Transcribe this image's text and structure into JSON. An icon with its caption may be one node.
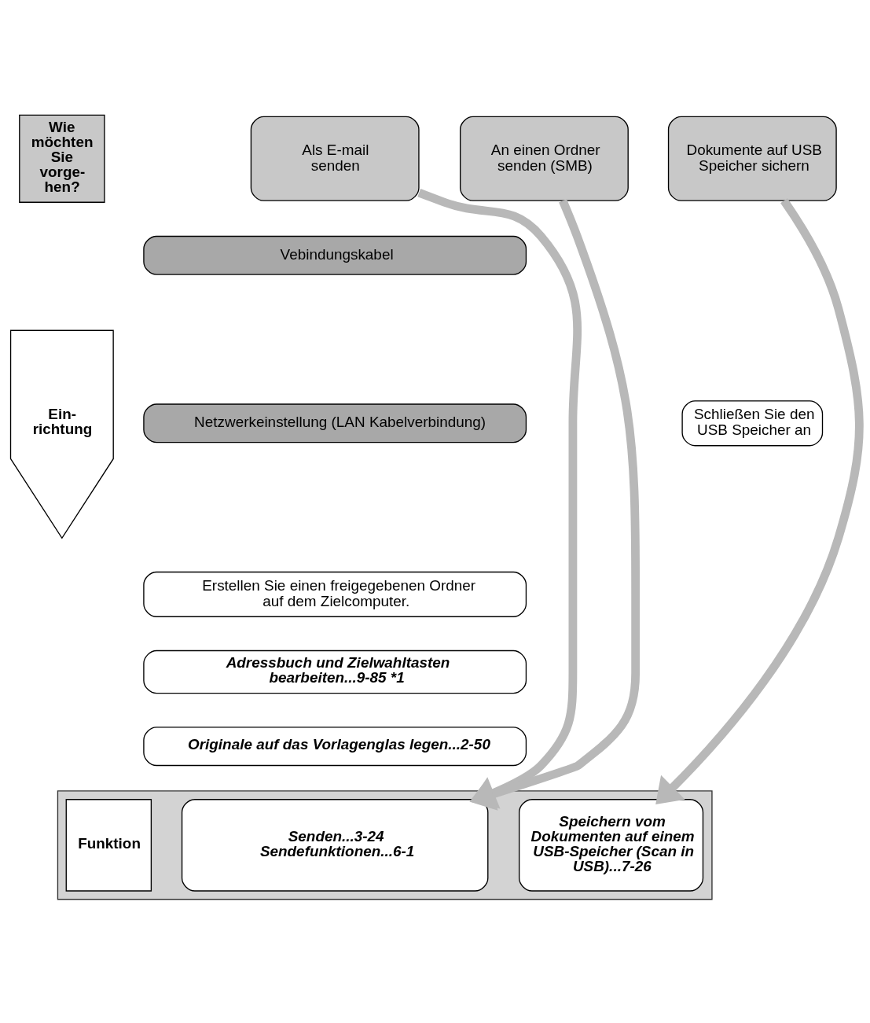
{
  "diagram": {
    "nodes": [
      {
        "text": [
          "Wie möchten Sie vorge- hen?"
        ]
      },
      {
        "text": [
          "Als E-mail senden"
        ]
      },
      {
        "text": [
          "An einen Ordner senden (SMB)"
        ]
      },
      {
        "text": [
          "Dokumente auf USB Speicher sichern"
        ]
      },
      {
        "text": [
          "Ein- richtung"
        ]
      },
      {
        "text": [
          "Vebindungskabel"
        ]
      },
      {
        "text": [
          "Netzwerkeinstellung (LAN Kabelverbindung)"
        ]
      },
      {
        "text": [
          "Schließen Sie den USB Speicher an"
        ]
      },
      {
        "text": [
          "Erstellen Sie einen freigegebenen Ordner auf dem Zielcomputer."
        ]
      },
      {
        "text": [
          "Adressbuch und Zielwahltasten bearbeiten...9-85 *1"
        ]
      },
      {
        "text": [
          "Originale auf das Vorlagenglas legen...2-50"
        ]
      },
      {
        "text": [],
        "shape": "box"
      },
      {
        "text": [
          "Funktion"
        ],
        "in": 11
      },
      {
        "text": [
          "Senden...3-24",
          "Sendefunktionen...6-1"
        ],
        "in": 11
      },
      {
        "text": [
          "Speichern vom Dokumenten auf einem USB-Speicher (Scan in USB)...7-26"
        ],
        "in": 11
      }
    ],
    "edges": [
      {
        "from": 1,
        "to": 13,
        "arrow": "to"
      },
      {
        "from": 2,
        "to": 13,
        "arrow": "to"
      },
      {
        "from": 3,
        "to": 14,
        "arrow": "to"
      }
    ]
  }
}
